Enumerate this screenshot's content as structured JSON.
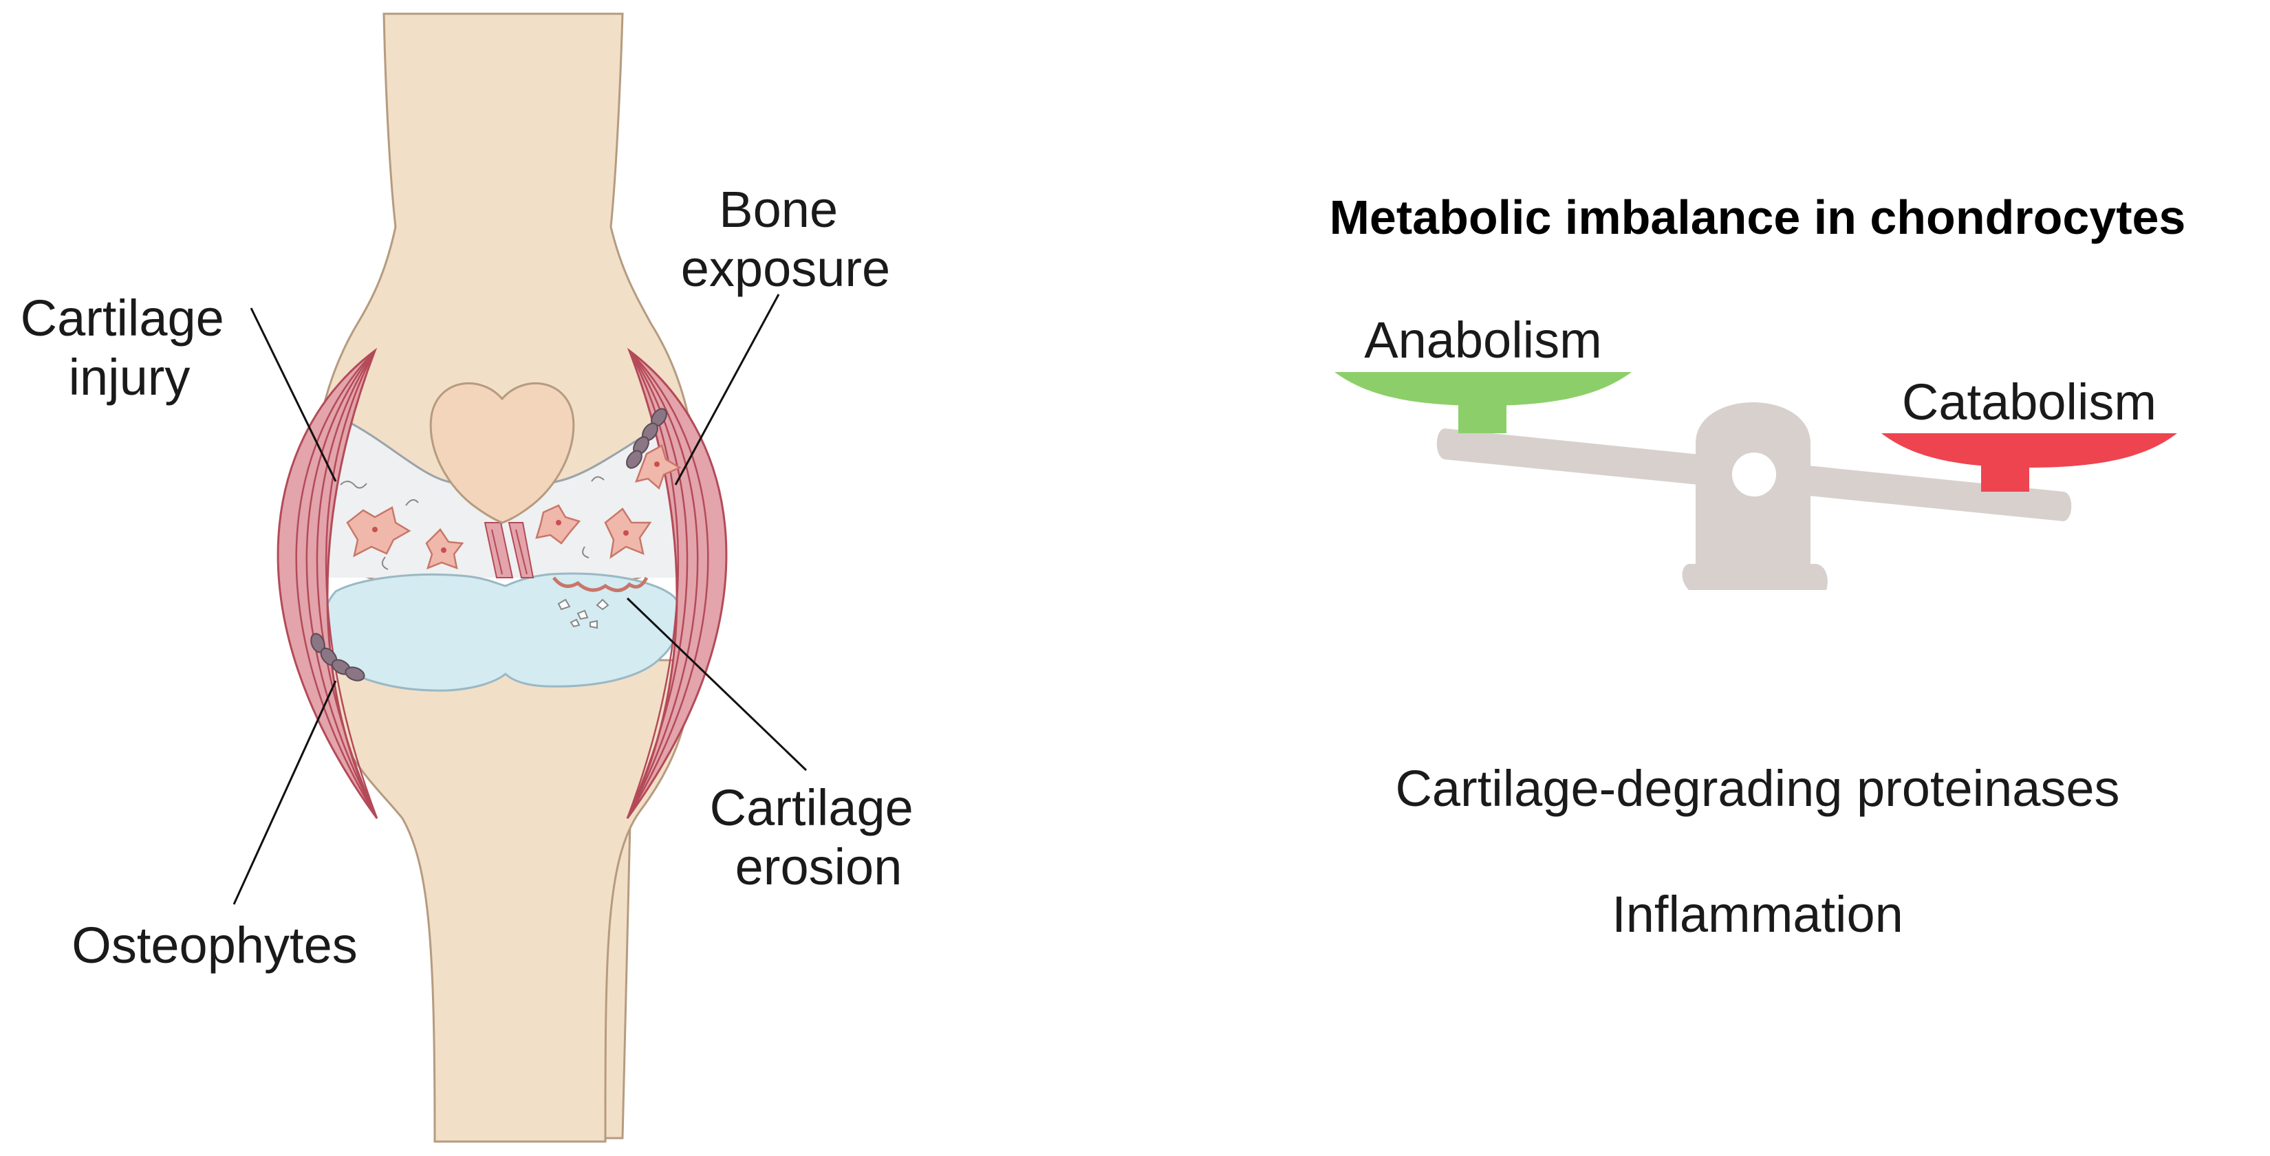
{
  "knee": {
    "labels": {
      "cartilage_injury": [
        "Cartilage",
        "injury"
      ],
      "bone_exposure": [
        "Bone",
        "exposure"
      ],
      "cartilage_erosion": [
        "Cartilage",
        "erosion"
      ],
      "osteophytes": "Osteophytes"
    }
  },
  "balance": {
    "title": "Metabolic imbalance in chondrocytes",
    "left_label": "Anabolism",
    "right_label": "Catabolism",
    "left_color": "#8ccf6a",
    "right_color": "#ee4450",
    "beam_color": "#d8d0cd"
  },
  "factors": [
    "Cartilage-degrading proteinases",
    "Inflammation"
  ],
  "colors": {
    "bone": "#f2dfc8",
    "cartilage": "#eef0f1",
    "meniscus": "#d3ebf1",
    "ligament": "#e3a4ab",
    "patella": "#f2d5ba",
    "chondrocyte": "#f0b8aa",
    "osteophyte": "#8a7684"
  }
}
